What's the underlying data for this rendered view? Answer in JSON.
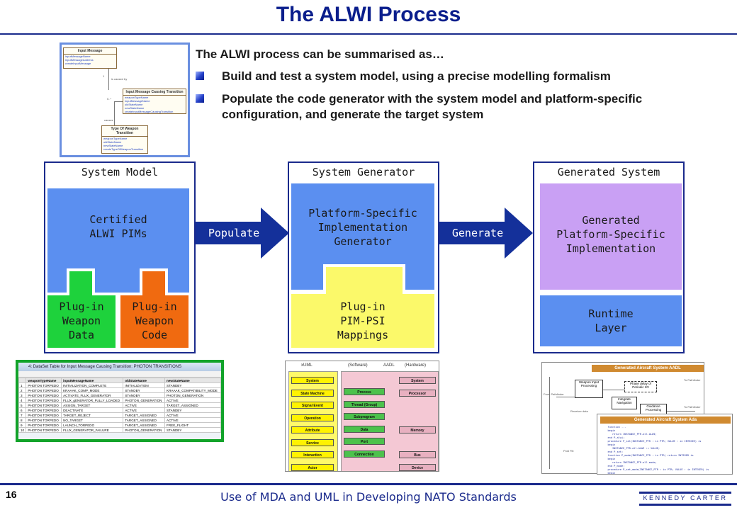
{
  "slide": {
    "title": "The ALWI Process",
    "intro": "The ALWI process can be summarised as…",
    "bullets": [
      "Build and test a system model, using a precise modelling formalism",
      "Populate the code generator with the system model and platform-specific configuration, and generate the target system"
    ]
  },
  "uml_thumb": {
    "box1_title": "Input Message",
    "box1_lines": [
      "inputMessageName",
      "inputMessageAddress",
      "createInputMessage"
    ],
    "box2_title": "Input Message Causing Transition",
    "box2_lines": [
      "weaponTypeName",
      "inputMessageName",
      "oldStateName",
      "newStateName",
      "createInputMessageCausingTransition"
    ],
    "box3_title": "Type Of Weapon Transition",
    "box3_lines": [
      "weaponTypeName",
      "oldStateName",
      "newStateName",
      "createTypeOfWeaponTransition"
    ],
    "rel1": "is caused by",
    "rel2": "causes",
    "m1": "1",
    "m2": "0..*"
  },
  "panels": {
    "system_model": {
      "title": "System Model",
      "main_block": [
        "Certified",
        "ALWI PIMs"
      ],
      "plugin_data": [
        "Plug-in",
        "Weapon",
        "Data"
      ],
      "plugin_code": [
        "Plug-in",
        "Weapon",
        "Code"
      ]
    },
    "system_generator": {
      "title": "System Generator",
      "main_block": [
        "Platform-Specific",
        "Implementation",
        "Generator"
      ],
      "plugin": [
        "Plug-in",
        "PIM-PSI",
        "Mappings"
      ]
    },
    "generated_system": {
      "title": "Generated System",
      "main_block": [
        "Generated",
        "Platform-Specific",
        "Implementation"
      ],
      "runtime": [
        "Runtime",
        "Layer"
      ]
    }
  },
  "arrows": {
    "populate": "Populate",
    "generate": "Generate"
  },
  "table_shot": {
    "window_title": "4: DataSet Table for Input Message Causing Transition: PHOTON TRANSITIONS",
    "headers": [
      "",
      "weaponTypeName",
      "inputMessageName",
      "oldStateName",
      "newStateName"
    ],
    "rows": [
      [
        "1",
        "PHOTON TORPEDO",
        "INITIALIZATION_COMPLETE",
        "INITIALIZATION",
        "STANDBY"
      ],
      [
        "2",
        "PHOTON TORPEDO",
        "KRAAAK_COMP_MODE",
        "STANDBY",
        "KRAAAK_COMPATIBILITY_MODE"
      ],
      [
        "3",
        "PHOTON TORPEDO",
        "ACTIVATE_FLUX_GENERATOR",
        "STANDBY",
        "PHOTON_GENERATION"
      ],
      [
        "4",
        "PHOTON TORPEDO",
        "FLUX_gENERATOR_FULLY_LOADED",
        "PHOTON_GENERATION",
        "ACTIVE"
      ],
      [
        "5",
        "PHOTON TORPEDO",
        "ASSIGN_TARGET",
        "ACTIVE",
        "TARGET_ASSIGNED"
      ],
      [
        "6",
        "PHOTON TORPEDO",
        "DEACTIVATE",
        "ACTIVE",
        "STANDBY"
      ],
      [
        "7",
        "PHOTON TORPEDO",
        "TARGET_REJECT",
        "TARGET_ASSIGNED",
        "ACTIVE"
      ],
      [
        "8",
        "PHOTON TORPEDO",
        "NO_TARGET",
        "TARGET_ASSIGNED",
        "ACTIVE"
      ],
      [
        "9",
        "PHOTON TORPEDO",
        "LAUNCH_TORPEDO",
        "TARGET_ASSIGNED",
        "FREE_FLIGHT"
      ],
      [
        "10",
        "PHOTON TORPEDO",
        "FLUX_GENERATOR_FAILURE",
        "PHOTON_GENERATION",
        "STANDBY"
      ]
    ]
  },
  "mapping_shot": {
    "head_xuml": "xUML",
    "head_software": "(Software)",
    "head_aadl": "AADL",
    "head_hardware": "(Hardware)",
    "xuml": [
      "System",
      "State Machine",
      "Signal Event",
      "Operation",
      "Attribute",
      "Service",
      "Interaction",
      "Actor"
    ],
    "software": [
      "Process",
      "Thread (Group)",
      "Subprogram",
      "Data",
      "Port",
      "Connection"
    ],
    "hardware": [
      "System",
      "Processor",
      "Memory",
      "Bus",
      "Device"
    ]
  },
  "aadl_shot": {
    "header": "Generated Aircraft System AADL",
    "nodes": [
      "Weapon Input Processing",
      "Integrate Navigation",
      "Guidance Processing",
      "Phase delay of Periodic I/O"
    ],
    "labels": [
      "To Pathfinder",
      "From Pathfinder",
      "Receiver data",
      "Post Flit",
      "To Pathfinder"
    ]
  },
  "ada_shot": {
    "header": "Generated Aircraft System Ada",
    "code": "   function ...\n   begin\n      return INSTANCE_PTR.all.ALWI;\n   end P_alwi;\n   procedure P_set(INSTANCE_PTR : in PTR; VALUE : in INTEGER) is\n   begin\n      INSTANCE_PTR.all.ALWI := VALUE;\n   end P_set;\n   function P_mode(INSTANCE_PTR : in PTR) return INTEGER is\n   begin\n      return INSTANCE_PTR.all.mode;\n   end P_mode;\n   procedure P_set_mode(INSTANCE_PTR : in PTR; VALUE : in INTEGER) is\n   begin\n      INSTANCE_PTR.all.mode := VALUE;\n   end P_set_mode;"
  },
  "footer": {
    "page_number": "16",
    "title": "Use of MDA and UML in Developing NATO Standards",
    "logo_text": "KENNEDY CARTER"
  },
  "colors": {
    "title_blue": "#0a1e8c",
    "block_blue": "#5b8ff0",
    "plugin_green": "#1ed23c",
    "plugin_orange": "#f06a10",
    "plugin_yellow": "#fbf96a",
    "block_lavender": "#c9a0f4",
    "arrow_navy": "#14309a"
  }
}
